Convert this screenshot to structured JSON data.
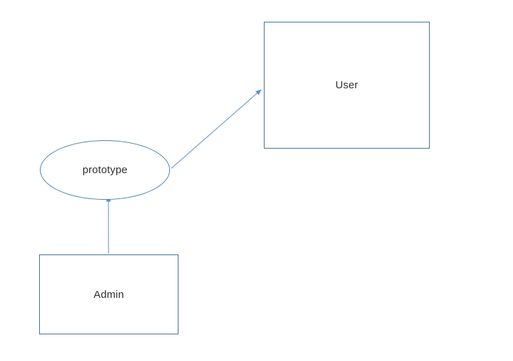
{
  "diagram": {
    "nodes": {
      "user": {
        "label": "User",
        "shape": "rectangle"
      },
      "prototype": {
        "label": "prototype",
        "shape": "ellipse"
      },
      "admin": {
        "label": "Admin",
        "shape": "rectangle"
      }
    },
    "edges": [
      {
        "from": "prototype",
        "to": "user",
        "style": "straight-arrow"
      },
      {
        "from": "admin",
        "to": "prototype",
        "style": "straight-arrow"
      }
    ],
    "colors": {
      "rect_border": "#41719c",
      "ellipse_border": "#4a7fb5",
      "connector_line": "#7ca7dc",
      "arrowhead": "#5b8fd0",
      "label_text": "#2e2e2e",
      "canvas_background": "#ffffff"
    }
  }
}
